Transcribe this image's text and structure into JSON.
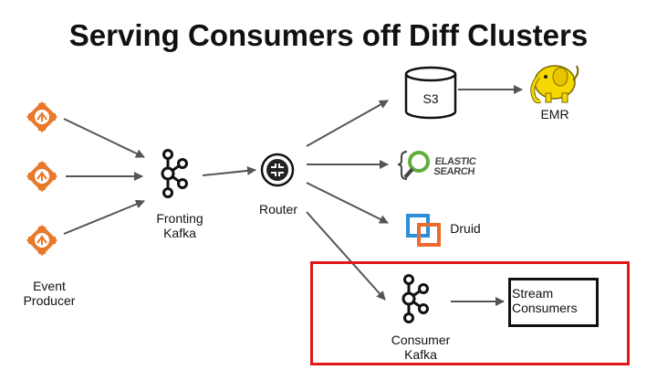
{
  "title": "Serving Consumers off Diff Clusters",
  "nodes": {
    "event_producer": "Event\nProducer",
    "fronting_kafka": "Fronting\nKafka",
    "router": "Router",
    "s3": "S3",
    "emr": "EMR",
    "elasticsearch_logo_line1": "ELASTIC",
    "elasticsearch_logo_line2": "SEARCH",
    "druid": "Druid",
    "consumer_kafka": "Consumer\nKafka",
    "stream_consumers": "Stream\nConsumers"
  },
  "colors": {
    "highlight": "#e01818",
    "arrow": "#555555",
    "producer_icon": "#e8792a",
    "hadoop": "#f5d800",
    "druid_blue": "#2a8fd8",
    "druid_orange": "#ec6a2c",
    "es_green": "#5fae3e"
  },
  "icons": {
    "producer": "gear-puzzle-icon",
    "kafka": "kafka-icon",
    "router": "router-icon",
    "s3": "bucket-icon",
    "emr": "hadoop-elephant-icon",
    "elasticsearch": "elasticsearch-icon",
    "druid": "druid-icon"
  }
}
